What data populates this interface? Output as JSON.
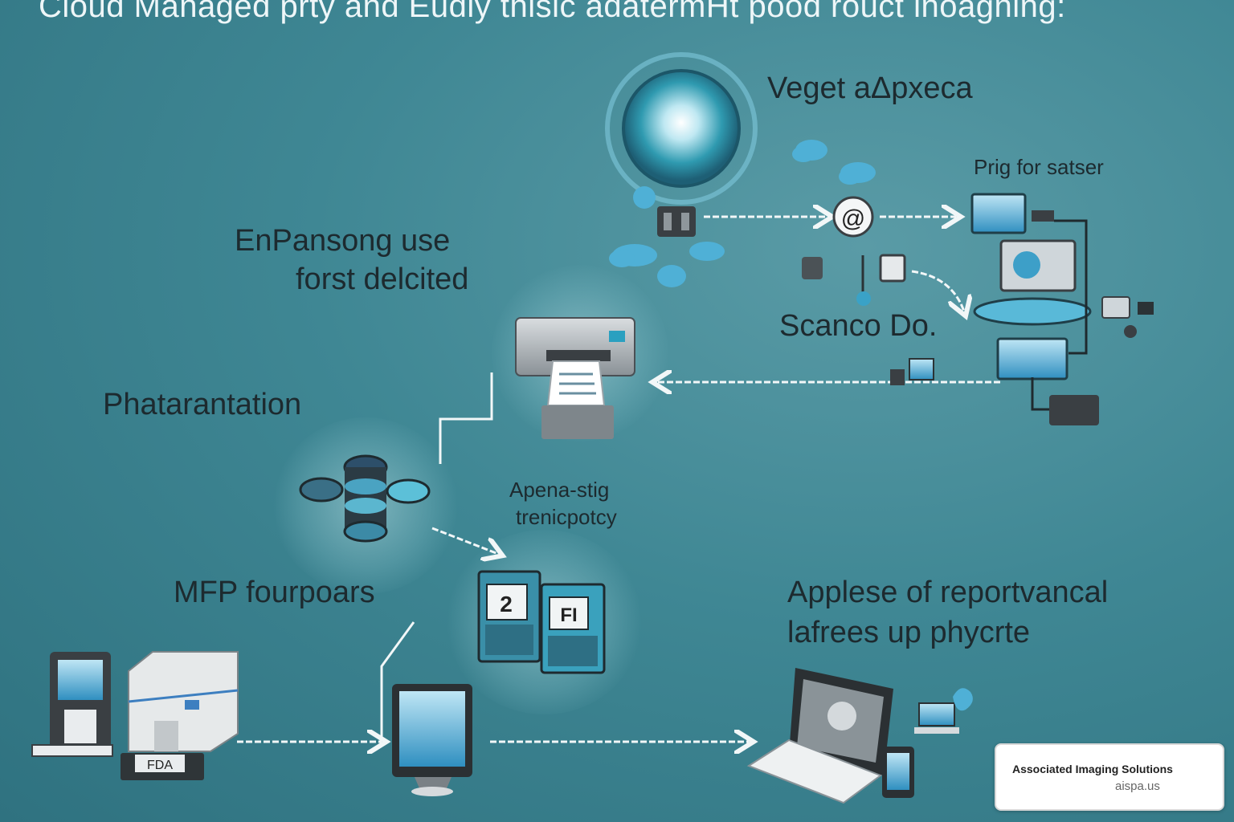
{
  "title": "Cloud Managed prty and Eudly thisic adatermHt pood rouct inoagning:",
  "labels": {
    "top_right": "Veget aΔpxeca",
    "pring": "Prig for satser",
    "enhancing_1": "EnPansong use",
    "enhancing_2": "forst delcited",
    "scanning": "Scanco Do.",
    "phase": "Phatarantation",
    "apenta_1": "Apena-stig",
    "apenta_2": "trenicpotcy",
    "mfp": "MFP fourpoars",
    "applese_1": "Applese of reportvancal",
    "applese_2": "lafrees up phycrte"
  },
  "icons": {
    "at_symbol": "@",
    "device_tag": "FDA",
    "folder_a": "2",
    "folder_b": "FI"
  },
  "badge": {
    "name": "Associated Imaging Solutions",
    "url": "aispa.us"
  },
  "colors": {
    "background": "#3f8794",
    "arrow": "#f2f7f8",
    "cloud": "#4fb0d6",
    "screen": "#3d9fc8"
  }
}
